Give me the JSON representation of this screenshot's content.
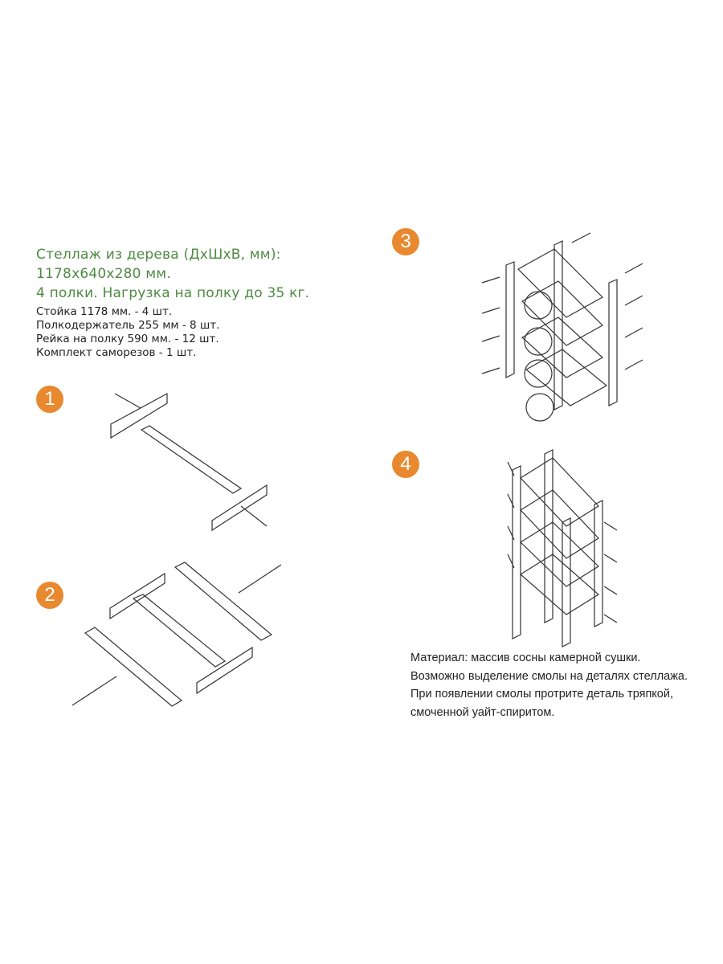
{
  "header": {
    "title_lines": [
      "Стеллаж из дерева  (ДхШхВ, мм):",
      "1178х640х280 мм.",
      "4 полки. Нагрузка на полку до 35 кг."
    ]
  },
  "parts": [
    "Стойка 1178 мм.  - 4 шт.",
    "Полкодержатель 255 мм - 8 шт.",
    "Рейка на полку 590 мм.  - 12 шт.",
    "Комплект саморезов - 1 шт."
  ],
  "steps": [
    "1",
    "2",
    "3",
    "4"
  ],
  "note_lines": [
    "Материал: массив сосны камерной сушки.",
    "Возможно выделение смолы на деталях стеллажа.",
    "При появлении смолы протрите деталь тряпкой,",
    "смоченной уайт-спиритом."
  ],
  "colors": {
    "title": "#4e8a42",
    "step_badge": "#e8892f"
  }
}
